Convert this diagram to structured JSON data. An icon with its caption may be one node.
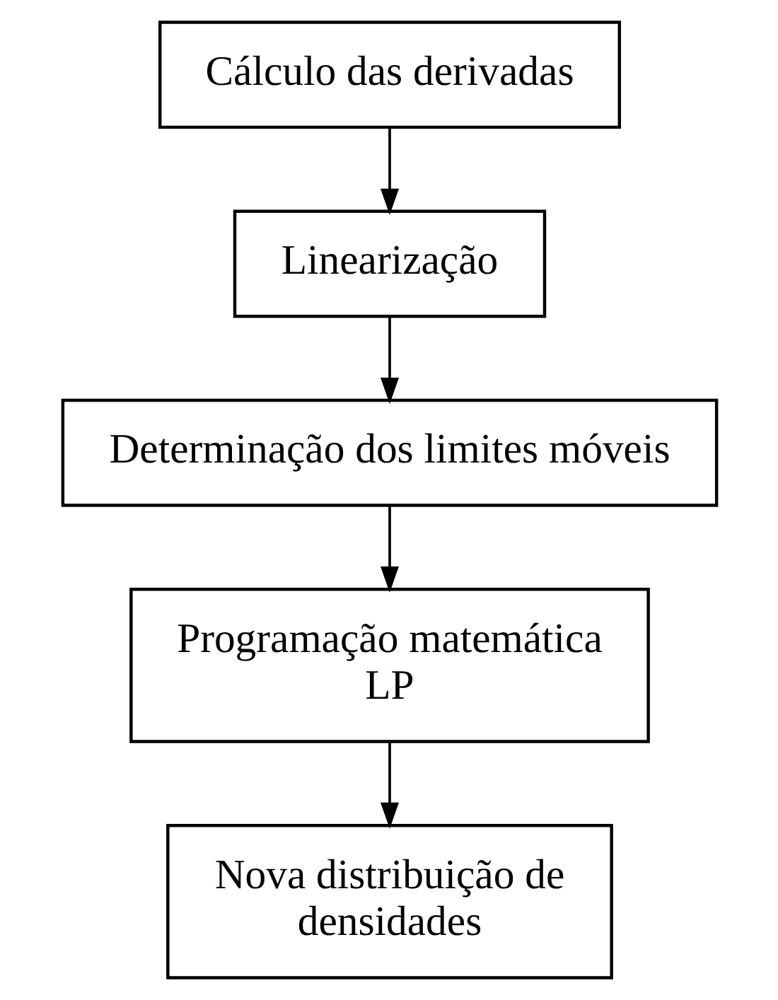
{
  "diagram": {
    "nodes": [
      {
        "text": [
          "Cálculo das derivadas"
        ]
      },
      {
        "text": [
          "Linearização"
        ]
      },
      {
        "text": [
          "Determinação dos limites móveis"
        ]
      },
      {
        "text": [
          "Programação matemática LP"
        ]
      },
      {
        "text": [
          "Nova distribuição de densidades"
        ]
      }
    ],
    "edges": [
      {
        "from": 0,
        "to": 1,
        "arrow": "to"
      },
      {
        "from": 1,
        "to": 2,
        "arrow": "to"
      },
      {
        "from": 2,
        "to": 3,
        "arrow": "to"
      },
      {
        "from": 3,
        "to": 4,
        "arrow": "to"
      }
    ]
  }
}
